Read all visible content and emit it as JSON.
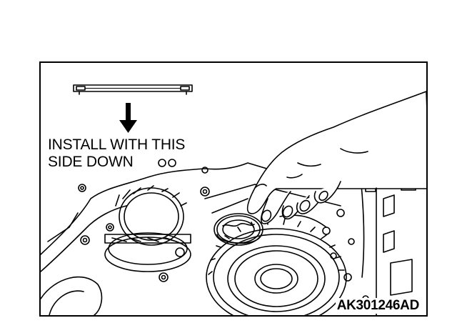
{
  "figure": {
    "instruction_line1": "INSTALL WITH THIS",
    "instruction_line2": "SIDE DOWN",
    "figure_id": "AK301246AD"
  },
  "colors": {
    "ink": "#000000",
    "paper": "#ffffff"
  },
  "icons": [
    "seal-cross-section-icon",
    "down-arrow-icon",
    "hand-illustration",
    "transmission-case-illustration",
    "oil-seal-illustration"
  ]
}
